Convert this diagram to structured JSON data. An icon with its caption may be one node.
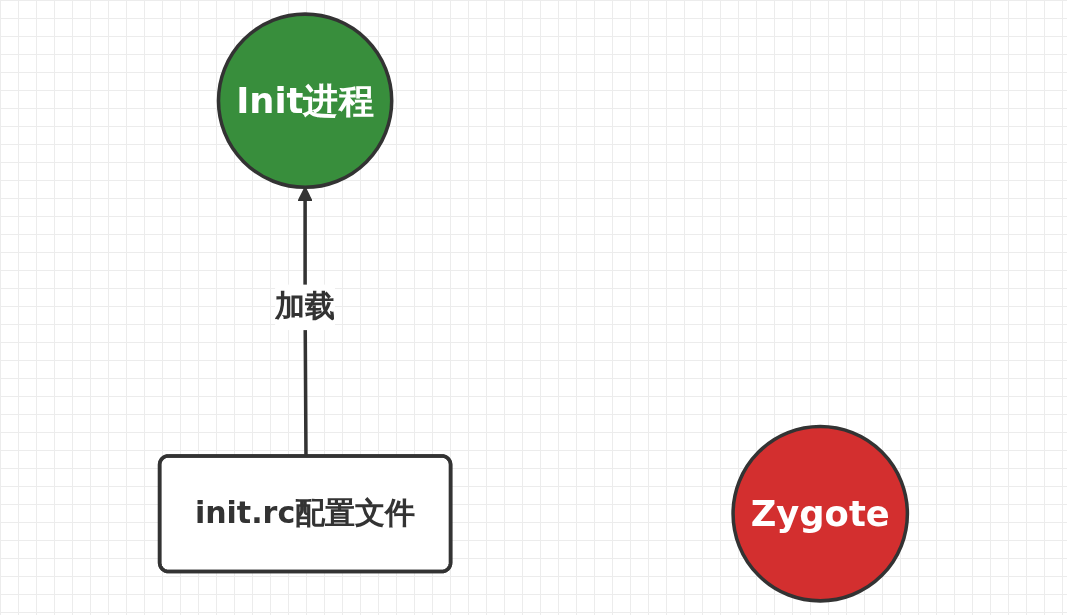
{
  "diagram": {
    "nodes": [
      {
        "text": [
          "Init进程"
        ]
      },
      {
        "text": [
          "Zygote"
        ]
      },
      {
        "text": [
          "init.rc配置文件"
        ]
      }
    ],
    "edges": [
      {
        "from": 2,
        "to": 0,
        "arrow": "to",
        "label": "加载"
      }
    ]
  }
}
